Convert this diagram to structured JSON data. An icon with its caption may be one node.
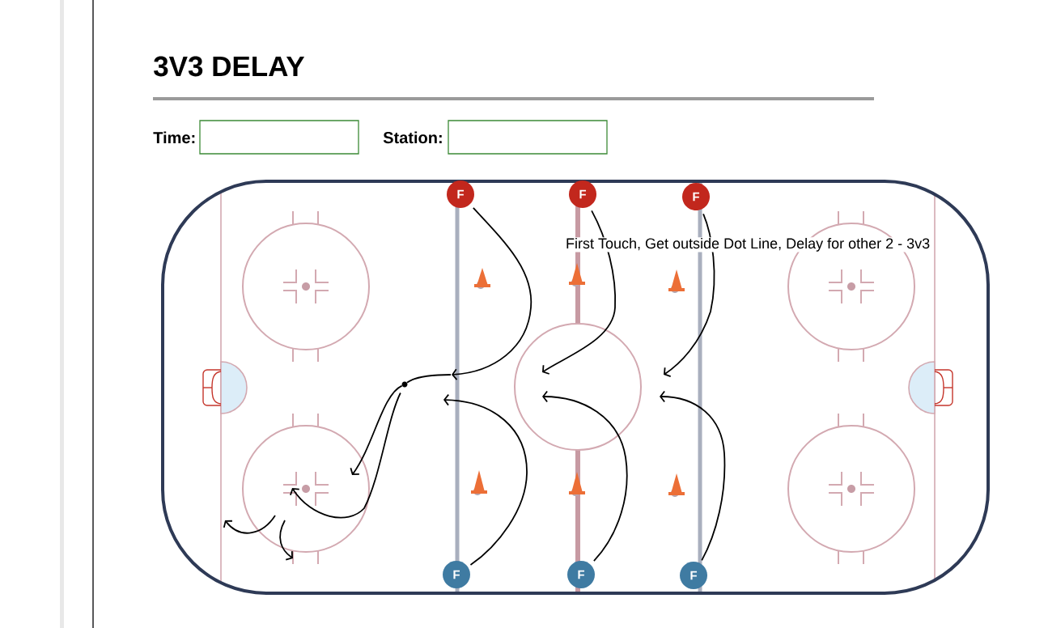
{
  "diagram": {
    "title": "3V3 DELAY",
    "nodes": [
      {
        "text": [
          "F"
        ]
      },
      {
        "text": [
          "F"
        ]
      },
      {
        "text": [
          "F"
        ]
      },
      {
        "text": [],
        "shape": "circle"
      },
      {
        "text": [
          "F"
        ]
      },
      {
        "text": [
          "F"
        ]
      },
      {
        "text": [
          "F"
        ]
      }
    ],
    "edges": [
      {
        "from": 0,
        "to": null,
        "arrow": "to"
      },
      {
        "from": 1,
        "to": null,
        "arrow": "to"
      },
      {
        "from": 2,
        "to": null,
        "arrow": "to"
      },
      {
        "from": 4,
        "to": null,
        "arrow": "to"
      },
      {
        "from": 5,
        "to": null,
        "arrow": "to"
      },
      {
        "from": 6,
        "to": null,
        "arrow": "to"
      },
      {
        "from": null,
        "to": 3,
        "arrow": "none"
      },
      {
        "from": 3,
        "to": null,
        "arrow": "to"
      },
      {
        "from": 3,
        "to": null,
        "arrow": "to"
      }
    ],
    "labels": [
      "Time:",
      "Station:",
      "First Touch, Get outside Dot Line, Delay for other 2 - 3v3"
    ]
  }
}
